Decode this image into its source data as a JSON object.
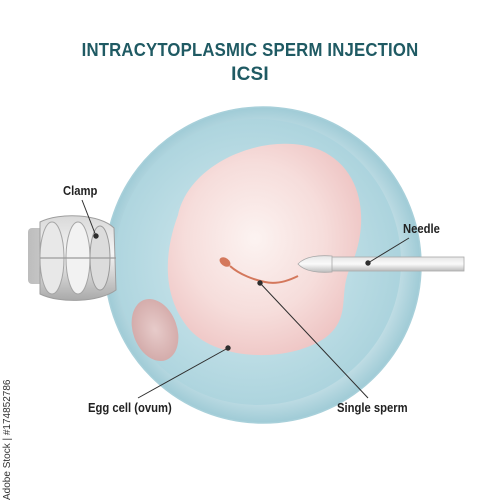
{
  "diagram": {
    "title_line1": "INTRACYTOPLASMIC SPERM INJECTION",
    "title_line2": "ICSI",
    "labels": {
      "clamp": "Clamp",
      "needle": "Needle",
      "egg_cell": "Egg cell (ovum)",
      "single_sperm": "Single sperm"
    },
    "watermark_id": "Adobe Stock | #174852786"
  },
  "colors": {
    "title": "#1f5a63",
    "zona": "#cfe5eb",
    "outer_cell": "#b9dae2",
    "cytoplasm": "#f3d5d5",
    "nucleus": "#fae7e3",
    "polar_body": "#e7b3b0",
    "sperm": "#d4785c",
    "leader_line": "#2e2e2e"
  }
}
